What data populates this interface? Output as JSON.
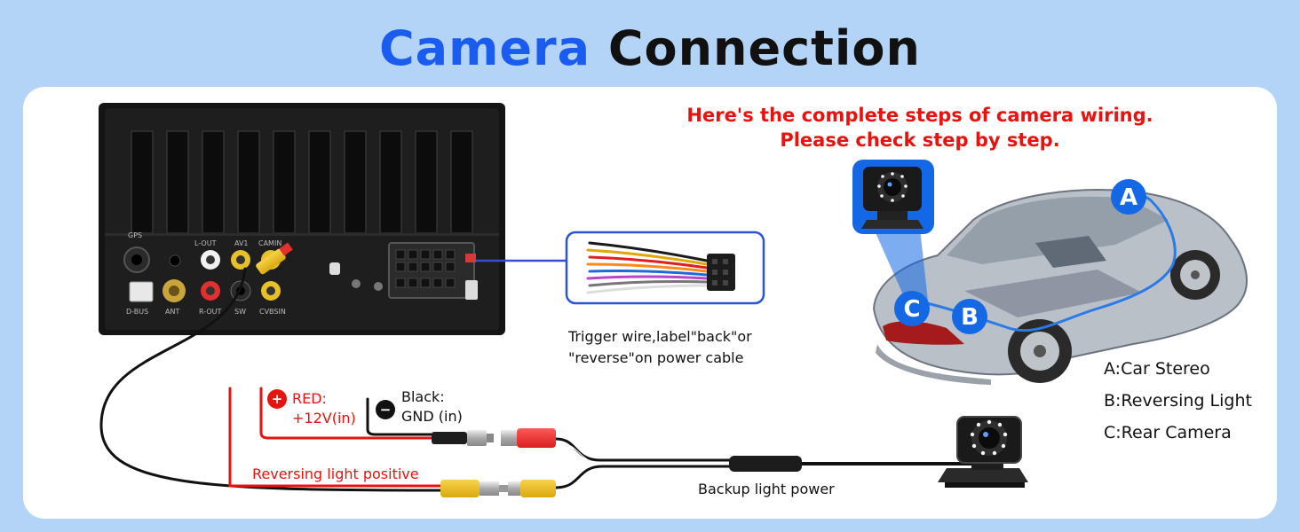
{
  "title": {
    "word1": "Camera",
    "word2": "Connection"
  },
  "header_note": {
    "line1": "Here's the complete steps of camera wiring.",
    "line2": "Please check step by step."
  },
  "stereo_ports": {
    "gps": "GPS",
    "lout": "L-OUT",
    "av1": "AV1",
    "camin": "CAMIN",
    "dbus": "D-BUS",
    "ant": "ANT",
    "rout": "R-OUT",
    "sw": "SW",
    "cvbsin": "CVBSIN"
  },
  "trigger_note": {
    "line1": "Trigger wire,label\"back\"or",
    "line2": "\"reverse\"on power cable"
  },
  "red_wire": {
    "sign": "+",
    "line1": "RED:",
    "line2": "+12V(in)"
  },
  "black_wire": {
    "sign": "−",
    "line1": "Black:",
    "line2": "GND (in)"
  },
  "reversing_label": "Reversing light positive",
  "backup_label": "Backup light power",
  "car_markers": [
    "A",
    "B",
    "C"
  ],
  "legend": [
    "A:Car Stereo",
    "B:Reversing Light",
    "C:Rear Camera"
  ],
  "colors": {
    "accent_blue": "#1a5cf0",
    "note_red": "#e8120e",
    "wire_red": "#e8120e",
    "marker_blue": "#1468e6",
    "background": "#b3d4f7"
  }
}
